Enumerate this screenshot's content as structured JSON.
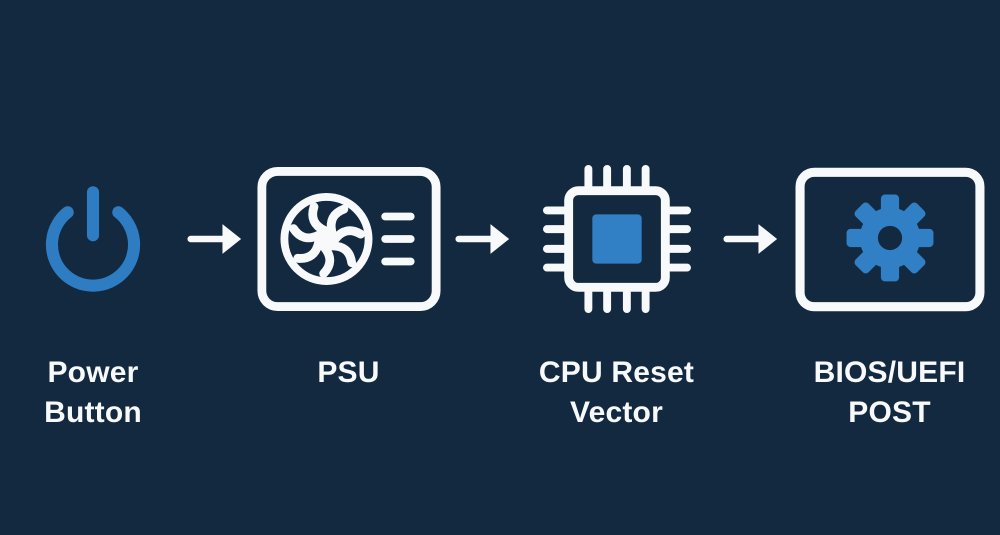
{
  "diagram": {
    "type": "flow",
    "connector": "arrow-right",
    "colors": {
      "background": "#132940",
      "accent_blue": "#3180C6",
      "foreground": "#F7F9FB"
    },
    "steps": [
      {
        "id": "power-button",
        "icon": "power-icon",
        "label": "Power\nButton"
      },
      {
        "id": "psu",
        "icon": "psu-fan-icon",
        "label": "PSU"
      },
      {
        "id": "cpu-reset-vector",
        "icon": "cpu-chip-icon",
        "label": "CPU Reset\nVector"
      },
      {
        "id": "bios-uefi-post",
        "icon": "gear-icon",
        "label": "BIOS/UEFI\nPOST"
      }
    ]
  }
}
